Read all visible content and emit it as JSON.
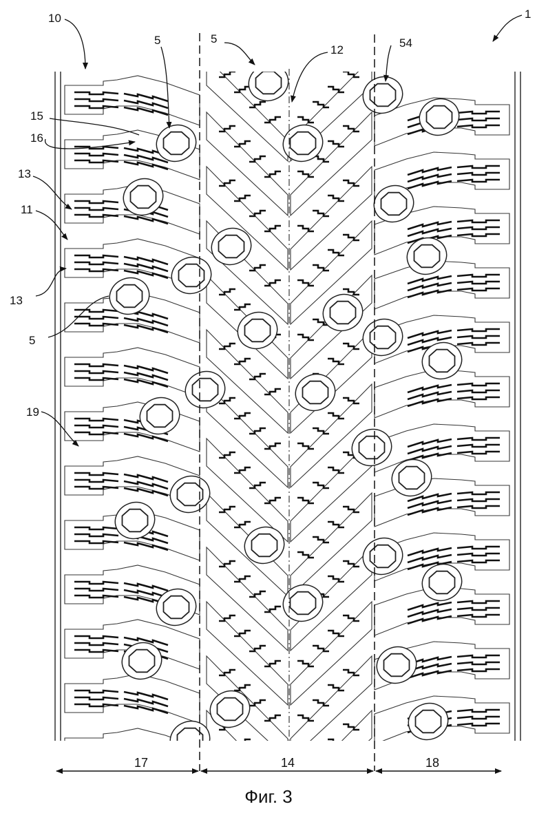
{
  "figure": {
    "caption": "Фиг. 3",
    "reference_labels": {
      "tire": "1",
      "tread": "10",
      "shoulder_groove": "11",
      "center_groove": "12",
      "block_upper": "13",
      "block_lower": "13",
      "sipe_a": "15",
      "sipe_b": "16",
      "stud_top_left": "5",
      "stud_top_center": "5",
      "stud_left": "5",
      "stud_hole": "54",
      "lateral_sipe": "19"
    },
    "zones": {
      "left_shoulder": "17",
      "center": "14",
      "right_shoulder": "18"
    }
  }
}
